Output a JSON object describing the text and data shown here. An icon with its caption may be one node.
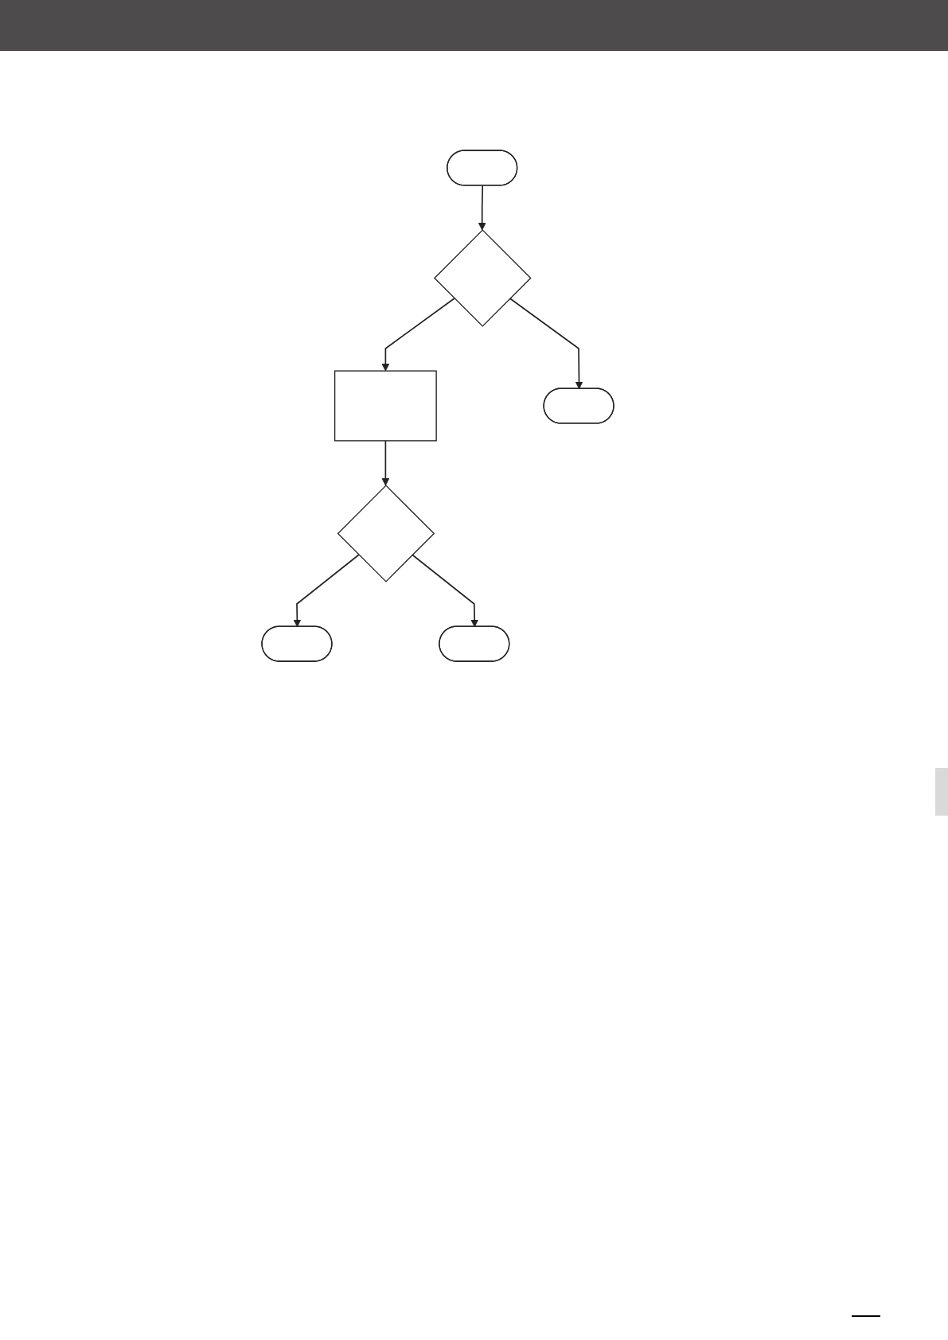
{
  "diagram": {
    "nodes": [
      {
        "text": [],
        "shape": "stadium"
      },
      {
        "text": [],
        "shape": "diamond"
      },
      {
        "text": [],
        "shape": "box"
      },
      {
        "text": [],
        "shape": "stadium"
      },
      {
        "text": [],
        "shape": "diamond"
      },
      {
        "text": [],
        "shape": "stadium"
      },
      {
        "text": [],
        "shape": "stadium"
      }
    ],
    "edges": [
      {
        "from": 0,
        "to": 1,
        "arrow": "to"
      },
      {
        "from": 1,
        "to": 2,
        "arrow": "to"
      },
      {
        "from": 1,
        "to": 3,
        "arrow": "to"
      },
      {
        "from": 2,
        "to": 4,
        "arrow": "to"
      },
      {
        "from": 4,
        "to": 5,
        "arrow": "to"
      },
      {
        "from": 4,
        "to": 6,
        "arrow": "to"
      }
    ]
  }
}
